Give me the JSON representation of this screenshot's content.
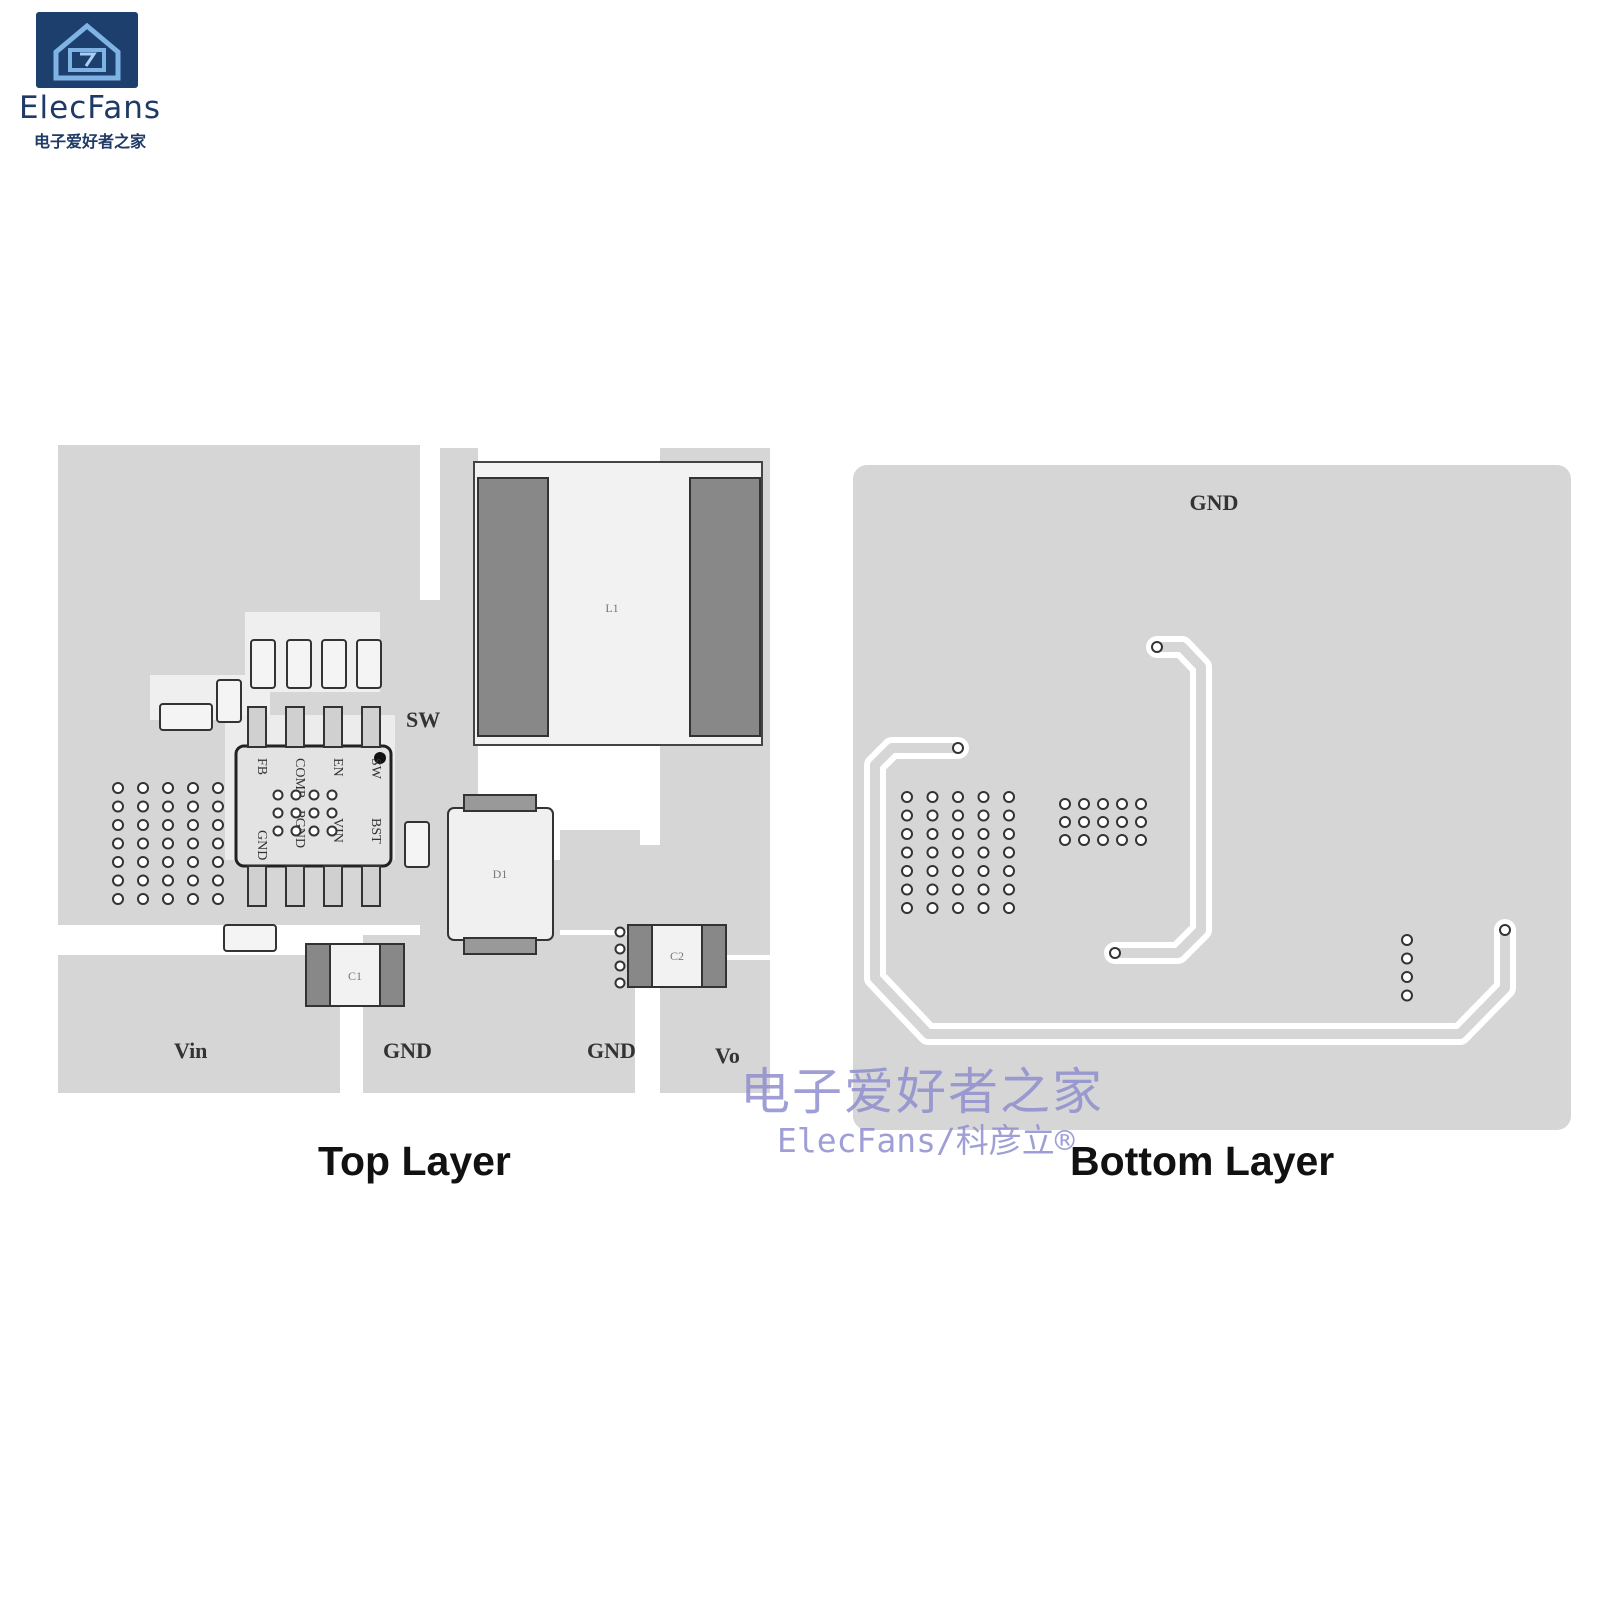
{
  "brand": {
    "logo_name": "ElecFans",
    "logo_subtitle": "电子爱好者之家"
  },
  "top_layer": {
    "caption": "Top Layer",
    "net_labels": {
      "sw": "SW",
      "vin": "Vin",
      "gnd_left": "GND",
      "gnd_right": "GND",
      "vo": "Vo"
    },
    "pin_labels": [
      "FB",
      "COMP",
      "EN",
      "SW",
      "GND",
      "PGND",
      "VIN",
      "BST"
    ],
    "components": {
      "inductor": "L1",
      "input_cap": "C1",
      "output_cap": "C2",
      "diode": "D1"
    }
  },
  "bottom_layer": {
    "caption": "Bottom Layer",
    "net_label": "GND"
  },
  "watermark": {
    "chinese": "电子爱好者之家",
    "english": "ElecFans/科彦立®"
  }
}
